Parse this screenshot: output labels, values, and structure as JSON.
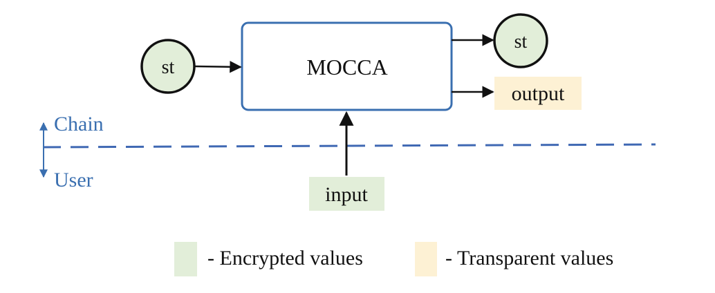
{
  "diagram": {
    "center_box": {
      "label": "MOCCA"
    },
    "state_in": {
      "label": "st"
    },
    "state_out": {
      "label": "st"
    },
    "output": {
      "label": "output"
    },
    "input": {
      "label": "input"
    },
    "boundary": {
      "upper_label": "Chain",
      "lower_label": "User"
    }
  },
  "legend": [
    {
      "label": "- Encrypted values",
      "kind": "encrypted"
    },
    {
      "label": "- Transparent values",
      "kind": "transparent"
    }
  ],
  "colors": {
    "encrypted_fill": "#e2eed9",
    "transparent_fill": "#fdf1d4",
    "box_border": "#3a6fb0",
    "boundary_line": "#3f68b3",
    "boundary_text": "#3a6fb0",
    "arrow": "#111111",
    "circle_border": "#111111"
  }
}
